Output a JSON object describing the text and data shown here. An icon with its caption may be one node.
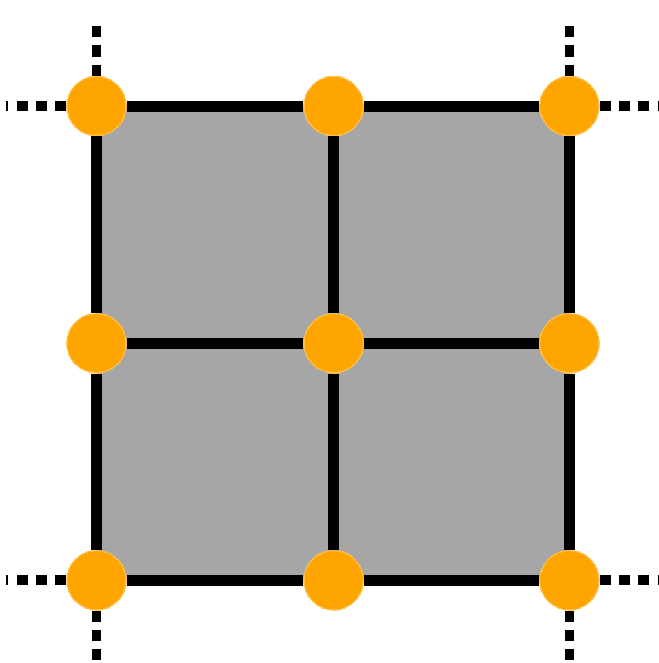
{
  "diagram": {
    "nodes": [
      {
        "text": [],
        "shape": "circle"
      },
      {
        "text": [],
        "shape": "circle"
      },
      {
        "text": [],
        "shape": "circle"
      },
      {
        "text": [],
        "shape": "circle"
      },
      {
        "text": [],
        "shape": "circle"
      },
      {
        "text": [],
        "shape": "circle"
      },
      {
        "text": [],
        "shape": "circle"
      },
      {
        "text": [],
        "shape": "circle"
      },
      {
        "text": [],
        "shape": "circle"
      }
    ],
    "edges": [
      {
        "from": 0,
        "to": 1,
        "arrow": "none"
      },
      {
        "from": 1,
        "to": 2,
        "arrow": "none"
      },
      {
        "from": 3,
        "to": 4,
        "arrow": "none"
      },
      {
        "from": 4,
        "to": 5,
        "arrow": "none"
      },
      {
        "from": 6,
        "to": 7,
        "arrow": "none"
      },
      {
        "from": 7,
        "to": 8,
        "arrow": "none"
      },
      {
        "from": 0,
        "to": 3,
        "arrow": "none"
      },
      {
        "from": 3,
        "to": 6,
        "arrow": "none"
      },
      {
        "from": 1,
        "to": 4,
        "arrow": "none"
      },
      {
        "from": 4,
        "to": 7,
        "arrow": "none"
      },
      {
        "from": 2,
        "to": 5,
        "arrow": "none"
      },
      {
        "from": 5,
        "to": 8,
        "arrow": "none"
      },
      {
        "from": 0,
        "to": null,
        "arrow": "none",
        "style": "dashed"
      },
      {
        "from": 0,
        "to": null,
        "arrow": "none",
        "style": "dashed"
      },
      {
        "from": 2,
        "to": null,
        "arrow": "none",
        "style": "dashed"
      },
      {
        "from": 2,
        "to": null,
        "arrow": "none",
        "style": "dashed"
      },
      {
        "from": 6,
        "to": null,
        "arrow": "none",
        "style": "dashed"
      },
      {
        "from": 6,
        "to": null,
        "arrow": "none",
        "style": "dashed"
      },
      {
        "from": 8,
        "to": null,
        "arrow": "none",
        "style": "dashed"
      },
      {
        "from": 8,
        "to": null,
        "arrow": "none",
        "style": "dashed"
      }
    ]
  }
}
